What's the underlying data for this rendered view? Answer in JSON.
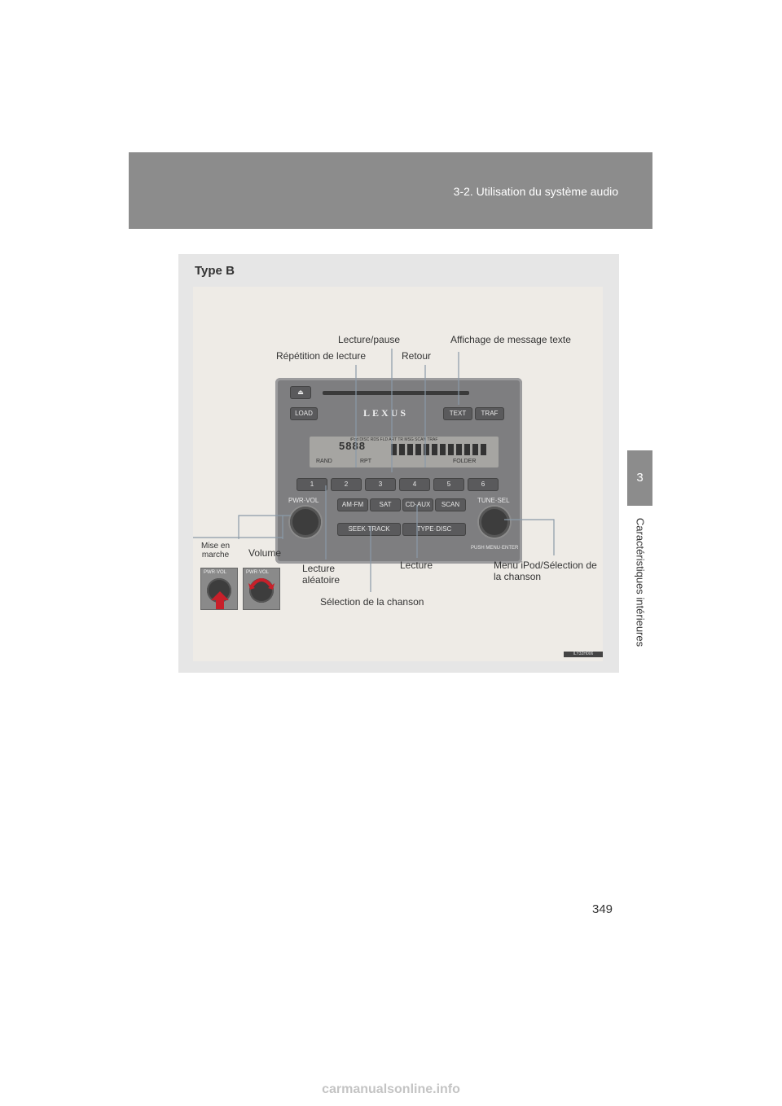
{
  "header": {
    "title": "3-2. Utilisation du système audio"
  },
  "side_tab": {
    "number": "3",
    "label": "Caractéristiques intérieures"
  },
  "figure": {
    "type_label": "Type B",
    "reference_code": "ILY32H006",
    "panel": {
      "brand": "LEXUS",
      "buttons": {
        "eject": "⏏",
        "load": "LOAD",
        "text": "TEXT",
        "traf": "TRAF",
        "am_fm": "AM·FM",
        "sat": "SAT",
        "cd_aux": "CD·AUX",
        "scan": "SCAN",
        "seek_track": "SEEK·TRACK",
        "type_disc": "TYPE·DISC"
      },
      "knob_labels": {
        "left": "PWR·VOL",
        "right": "TUNE·SEL",
        "menu_enter": "PUSH MENU·ENTER"
      },
      "presets": [
        "1",
        "2",
        "3",
        "4",
        "5",
        "6"
      ],
      "display": {
        "top_row": "iPod DISC RDS FLD ART TR MSG SCAN TRAF",
        "digits": "5888",
        "bottom_left": "RAND",
        "bottom_mid": "RPT",
        "bottom_right": "FOLDER"
      }
    },
    "mini_panels": {
      "left_label": "PWR·VOL",
      "right_label": "PWR·VOL"
    },
    "callouts": {
      "lecture_pause": "Lecture/pause",
      "affichage_message": "Affichage de message texte",
      "repetition": "Répétition de lecture",
      "retour": "Retour",
      "mise_en_marche": "Mise en\nmarche",
      "volume": "Volume",
      "lecture_aleatoire": "Lecture\naléatoire",
      "lecture": "Lecture",
      "menu_ipod": "Menu iPod/Sélection de\nla chanson",
      "selection_chanson": "Sélection de la chanson"
    }
  },
  "page_number": "349",
  "watermark": "carmanualsonline.info"
}
